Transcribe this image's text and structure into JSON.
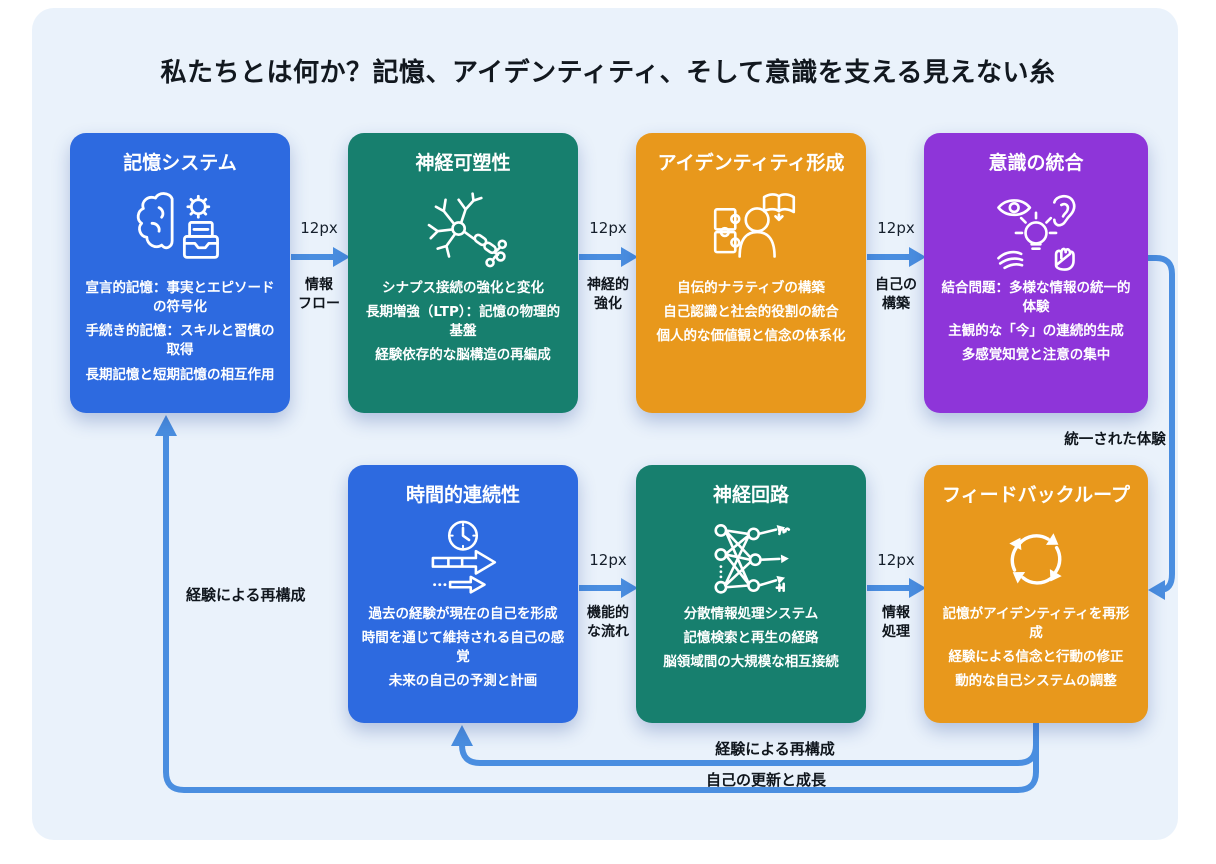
{
  "title": "私たちとは何か？記憶、アイデンティティ、そして意識を支える見えない糸",
  "colors": {
    "blue": "#2d6ae0",
    "teal": "#177f6e",
    "orange": "#e8981c",
    "purple": "#8e35d9",
    "arrow": "#4a8ee0",
    "board_bg": "#eaf2fb",
    "title_text": "#12181f",
    "card_text": "#ffffff"
  },
  "cards": [
    {
      "id": "memory-system",
      "title": "記憶システム",
      "icon": "brain-gear-archive-icon",
      "color": "blue",
      "items": [
        "宣言的記憶：事実とエピソードの符号化",
        "手続き的記憶：スキルと習慣の取得",
        "長期記憶と短期記憶の相互作用"
      ]
    },
    {
      "id": "neuroplasticity",
      "title": "神経可塑性",
      "icon": "neuron-icon",
      "color": "teal",
      "items": [
        "シナプス接続の強化と変化",
        "長期増強（LTP）：記憶の物理的基盤",
        "経験依存的な脳構造の再編成"
      ]
    },
    {
      "id": "identity-formation",
      "title": "アイデンティティ形成",
      "icon": "puzzle-person-book-icon",
      "color": "orange",
      "items": [
        "自伝的ナラティブの構築",
        "自己認識と社会的役割の統合",
        "個人的な価値観と信念の体系化"
      ]
    },
    {
      "id": "consciousness-integration",
      "title": "意識の統合",
      "icon": "senses-lightbulb-icon",
      "color": "purple",
      "items": [
        "結合問題：多様な情報の統一的体験",
        "主観的な「今」の連続的生成",
        "多感覚知覚と注意の集中"
      ]
    },
    {
      "id": "temporal-continuity",
      "title": "時間的連続性",
      "icon": "clock-timeline-icon",
      "color": "blue",
      "items": [
        "過去の経験が現在の自己を形成",
        "時間を通じて維持される自己の感覚",
        "未来の自己の予測と計画"
      ]
    },
    {
      "id": "neural-circuits",
      "title": "神経回路",
      "icon": "neural-network-icon",
      "color": "teal",
      "items": [
        "分散情報処理システム",
        "記憶検索と再生の経路",
        "脳領域間の大規模な相互接続"
      ]
    },
    {
      "id": "feedback-loop",
      "title": "フィードバックループ",
      "icon": "cycle-arrows-icon",
      "color": "orange",
      "items": [
        "記憶がアイデンティティを再形成",
        "経験による信念と行動の修正",
        "動的な自己システムの調整"
      ]
    }
  ],
  "connectors": {
    "size_label": "12px",
    "info_flow": "情報\nフロー",
    "neural_strengthening": "神経的\n強化",
    "self_construction": "自己の\n構築",
    "functional_flow": "機能的\nな流れ",
    "info_processing": "情報\n処理",
    "unified_experience": "統一された体験",
    "reconstruction_left": "経験による再構成",
    "reconstruction_bottom": "経験による再構成",
    "self_renewal": "自己の更新と成長"
  }
}
